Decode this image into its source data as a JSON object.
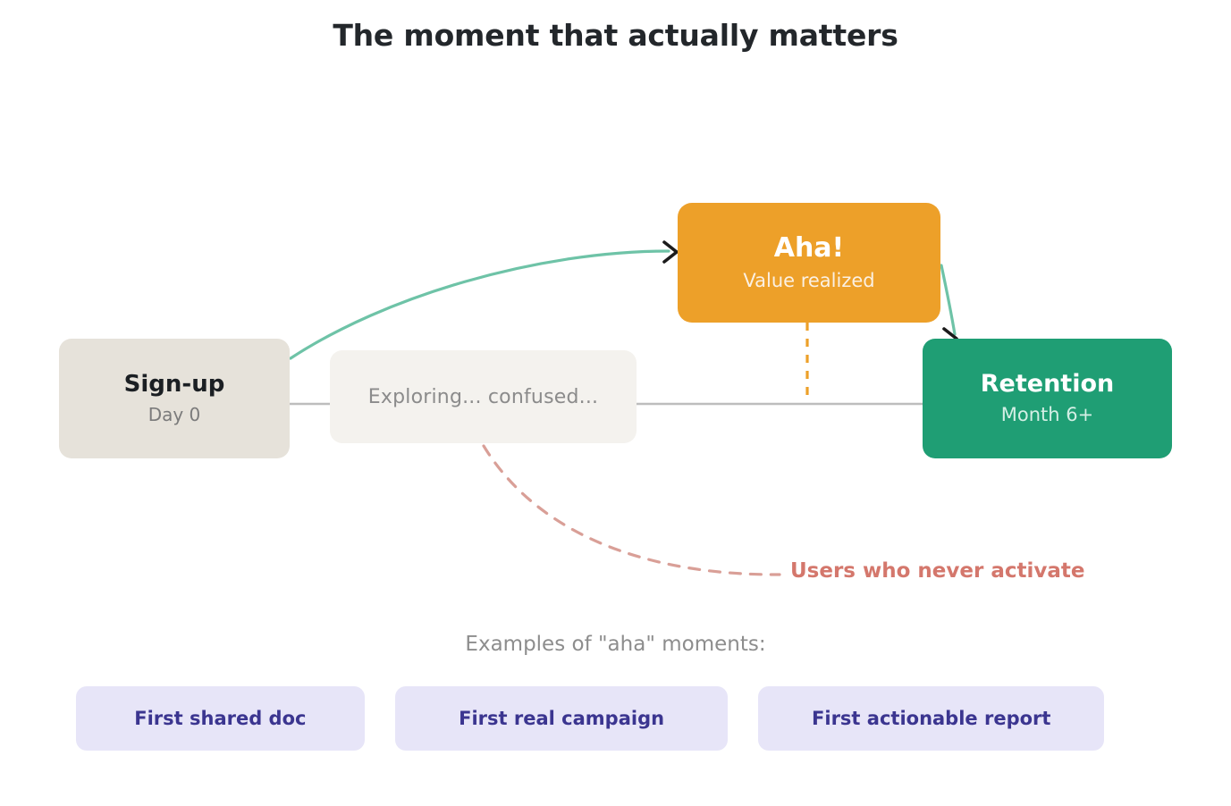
{
  "page": {
    "title": "The moment that actually matters",
    "background": "#ffffff"
  },
  "journey": {
    "nodes": [
      {
        "id": "signup",
        "title": "Sign-up",
        "subtitle": "Day 0",
        "color": "#e6e2da",
        "text_color": "#1b1f23"
      },
      {
        "id": "aha",
        "title": "Aha!",
        "subtitle": "Value realized",
        "color": "#eda029",
        "text_color": "#ffffff"
      },
      {
        "id": "retention",
        "title": "Retention",
        "subtitle": "Month 6+",
        "color": "#1f9e74",
        "text_color": "#ffffff"
      }
    ],
    "drift": {
      "label": "Exploring... confused...",
      "color": "#f4f2ee",
      "text_color": "#8b8b8b"
    },
    "churn": {
      "label": "Users who never activate",
      "color": "#d4776c"
    },
    "connector_colors": {
      "activation_path": "#6ec3a7",
      "baseline": "#bdbdbd",
      "aha_drop": "#eda029",
      "churn_path": "#d99f97",
      "arrowhead": "#1b1b1b"
    }
  },
  "examples": {
    "caption": "Examples of \"aha\" moments:",
    "chips": [
      {
        "label": "First shared doc"
      },
      {
        "label": "First real campaign"
      },
      {
        "label": "First actionable report"
      }
    ],
    "chip_bg": "#e7e5f8",
    "chip_text": "#3b3590"
  }
}
